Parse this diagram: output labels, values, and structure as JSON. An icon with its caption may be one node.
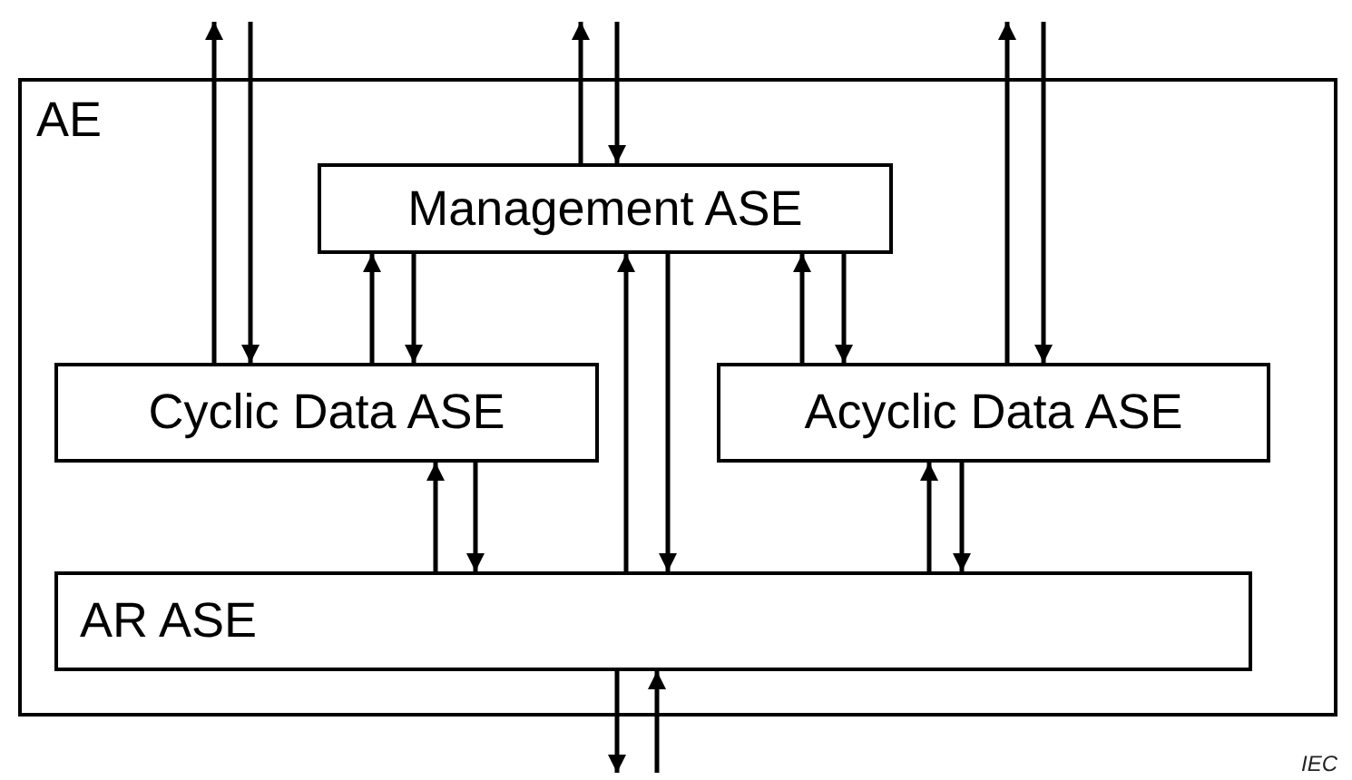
{
  "diagram": {
    "nodes": [
      {
        "text": [
          "AE"
        ]
      },
      {
        "text": [
          "Management ASE"
        ],
        "in": 0
      },
      {
        "text": [
          "Cyclic Data ASE"
        ],
        "in": 0
      },
      {
        "text": [
          "Acyclic Data ASE"
        ],
        "in": 0
      },
      {
        "text": [
          "AR ASE"
        ],
        "in": 0
      }
    ],
    "edges": [
      {
        "from": 2,
        "to": null,
        "arrow": "to"
      },
      {
        "from": null,
        "to": 2,
        "arrow": "to"
      },
      {
        "from": 1,
        "to": null,
        "arrow": "to"
      },
      {
        "from": null,
        "to": 1,
        "arrow": "to"
      },
      {
        "from": 3,
        "to": null,
        "arrow": "to"
      },
      {
        "from": null,
        "to": 3,
        "arrow": "to"
      },
      {
        "from": 2,
        "to": 1,
        "arrow": "to"
      },
      {
        "from": 1,
        "to": 2,
        "arrow": "to"
      },
      {
        "from": 4,
        "to": 1,
        "arrow": "to"
      },
      {
        "from": 1,
        "to": 4,
        "arrow": "to"
      },
      {
        "from": 3,
        "to": 1,
        "arrow": "to"
      },
      {
        "from": 1,
        "to": 3,
        "arrow": "to"
      },
      {
        "from": 4,
        "to": 2,
        "arrow": "to"
      },
      {
        "from": 2,
        "to": 4,
        "arrow": "to"
      },
      {
        "from": 4,
        "to": 3,
        "arrow": "to"
      },
      {
        "from": 3,
        "to": 4,
        "arrow": "to"
      },
      {
        "from": 4,
        "to": null,
        "arrow": "to"
      },
      {
        "from": null,
        "to": 4,
        "arrow": "to"
      }
    ],
    "labels": [
      "IEC"
    ]
  }
}
